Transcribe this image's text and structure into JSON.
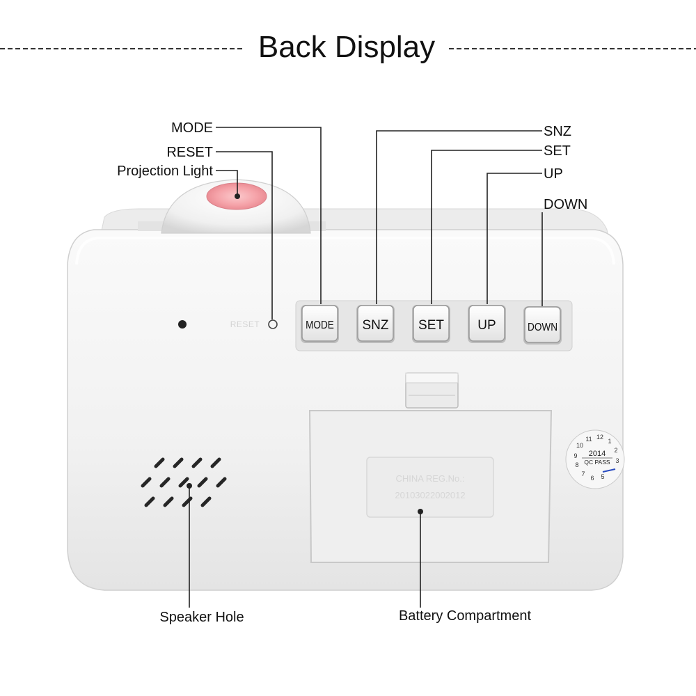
{
  "title": "Back Display",
  "callouts": {
    "mode": "MODE",
    "reset": "RESET",
    "projection_light": "Projection Light",
    "snz": "SNZ",
    "set": "SET",
    "up": "UP",
    "down": "DOWN",
    "speaker_hole": "Speaker Hole",
    "battery_compartment": "Battery Compartment"
  },
  "device": {
    "reset_label": "RESET",
    "buttons": [
      "MODE",
      "SNZ",
      "SET",
      "UP",
      "DOWN"
    ],
    "battery_stamp": [
      "CHINA REG.No.:",
      "20103022002012"
    ],
    "qc_sticker": {
      "year": "2014",
      "label": "QC PASS",
      "months": [
        "11",
        "12",
        "1",
        "2",
        "3",
        "10",
        "9",
        "8",
        "7",
        "6",
        "5"
      ]
    }
  },
  "colors": {
    "body": "#f2f2f2",
    "body_edge": "#cfcfcf",
    "lens": "#f4a6ac",
    "leader_line": "#222222",
    "button_text": "#111111"
  }
}
